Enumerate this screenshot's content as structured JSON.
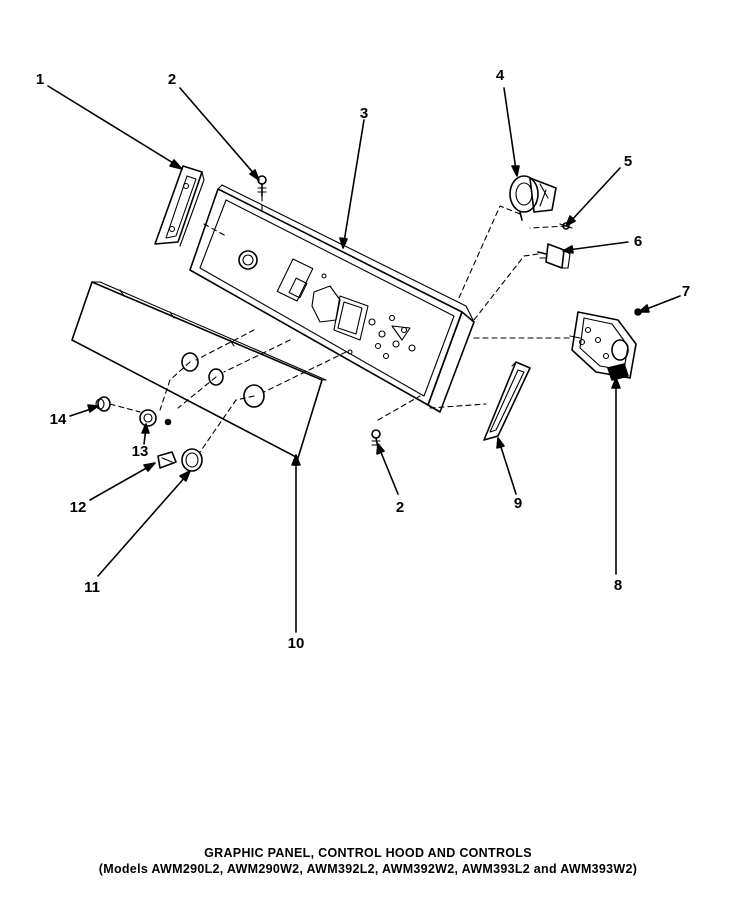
{
  "diagram": {
    "callouts": {
      "c1": "1",
      "c2_top": "2",
      "c3": "3",
      "c4": "4",
      "c5": "5",
      "c6": "6",
      "c7": "7",
      "c8": "8",
      "c9": "9",
      "c10": "10",
      "c11": "11",
      "c12": "12",
      "c13": "13",
      "c14": "14",
      "c2_bottom": "2"
    },
    "caption": {
      "title": "GRAPHIC PANEL, CONTROL HOOD AND CONTROLS",
      "models": "(Models AWM290L2, AWM290W2, AWM392L2, AWM392W2, AWM393L2 and AWM393W2)"
    }
  }
}
